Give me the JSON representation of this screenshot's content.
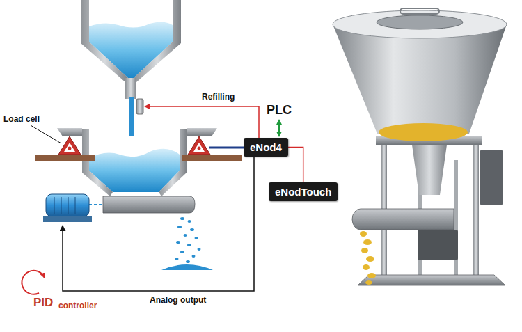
{
  "diagram": {
    "nodes": [
      {
        "text": [
          "eNod4"
        ]
      },
      {
        "text": [
          "eNodTouch"
        ]
      }
    ],
    "edges": [
      {
        "from": 0,
        "to": 1,
        "arrow": "none"
      }
    ],
    "labels": [
      "Refilling",
      "PLC",
      "Load cell",
      "Analog output",
      "PID",
      "controller"
    ]
  }
}
